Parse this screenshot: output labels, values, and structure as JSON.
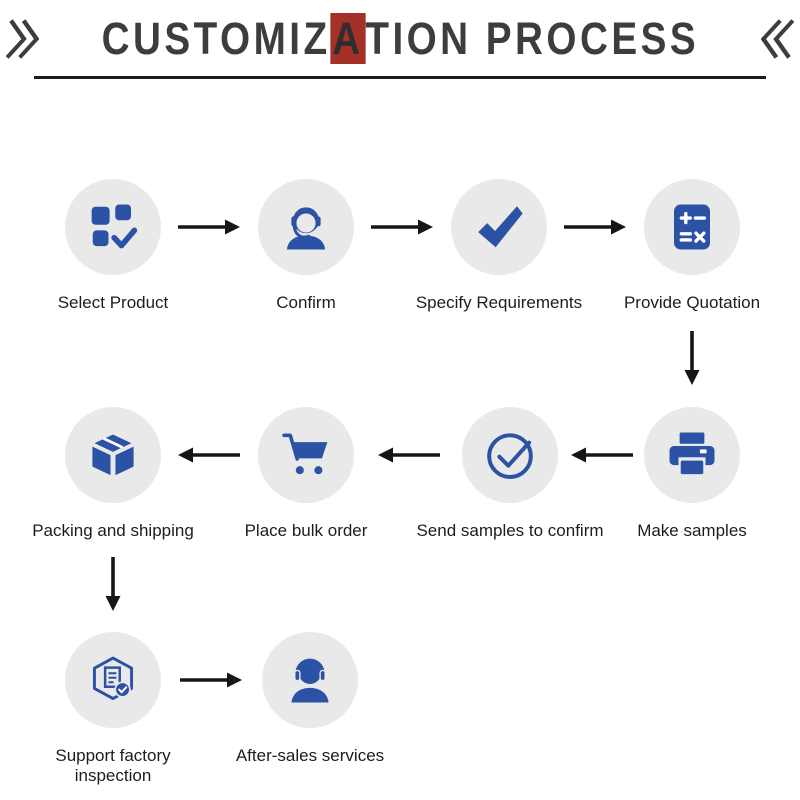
{
  "title": {
    "left_mark": "》",
    "before": "CUSTOMIZ",
    "highlight": "A",
    "after": "TION PROCESS",
    "right_mark": "《"
  },
  "colors": {
    "blue": "#2b52a4",
    "circle_bg": "#e9e9e9",
    "arrow": "#161616",
    "title": "#3d3d3d",
    "highlight_bg": "#a43028"
  },
  "steps": [
    {
      "label": "Select Product",
      "icon": "product-grid-check-icon"
    },
    {
      "label": "Confirm",
      "icon": "customer-service-icon"
    },
    {
      "label": "Specify Requirements",
      "icon": "bold-check-icon"
    },
    {
      "label": "Provide Quotation",
      "icon": "calculator-icon"
    },
    {
      "label": "Make samples",
      "icon": "printer-icon"
    },
    {
      "label": "Send samples to confirm",
      "icon": "circle-check-icon"
    },
    {
      "label": "Place bulk order",
      "icon": "shopping-cart-icon"
    },
    {
      "label": "Packing and shipping",
      "icon": "package-box-icon"
    },
    {
      "label": "Support factory inspection",
      "icon": "inspection-badge-icon"
    },
    {
      "label": "After-sales services",
      "icon": "headset-support-icon"
    }
  ]
}
